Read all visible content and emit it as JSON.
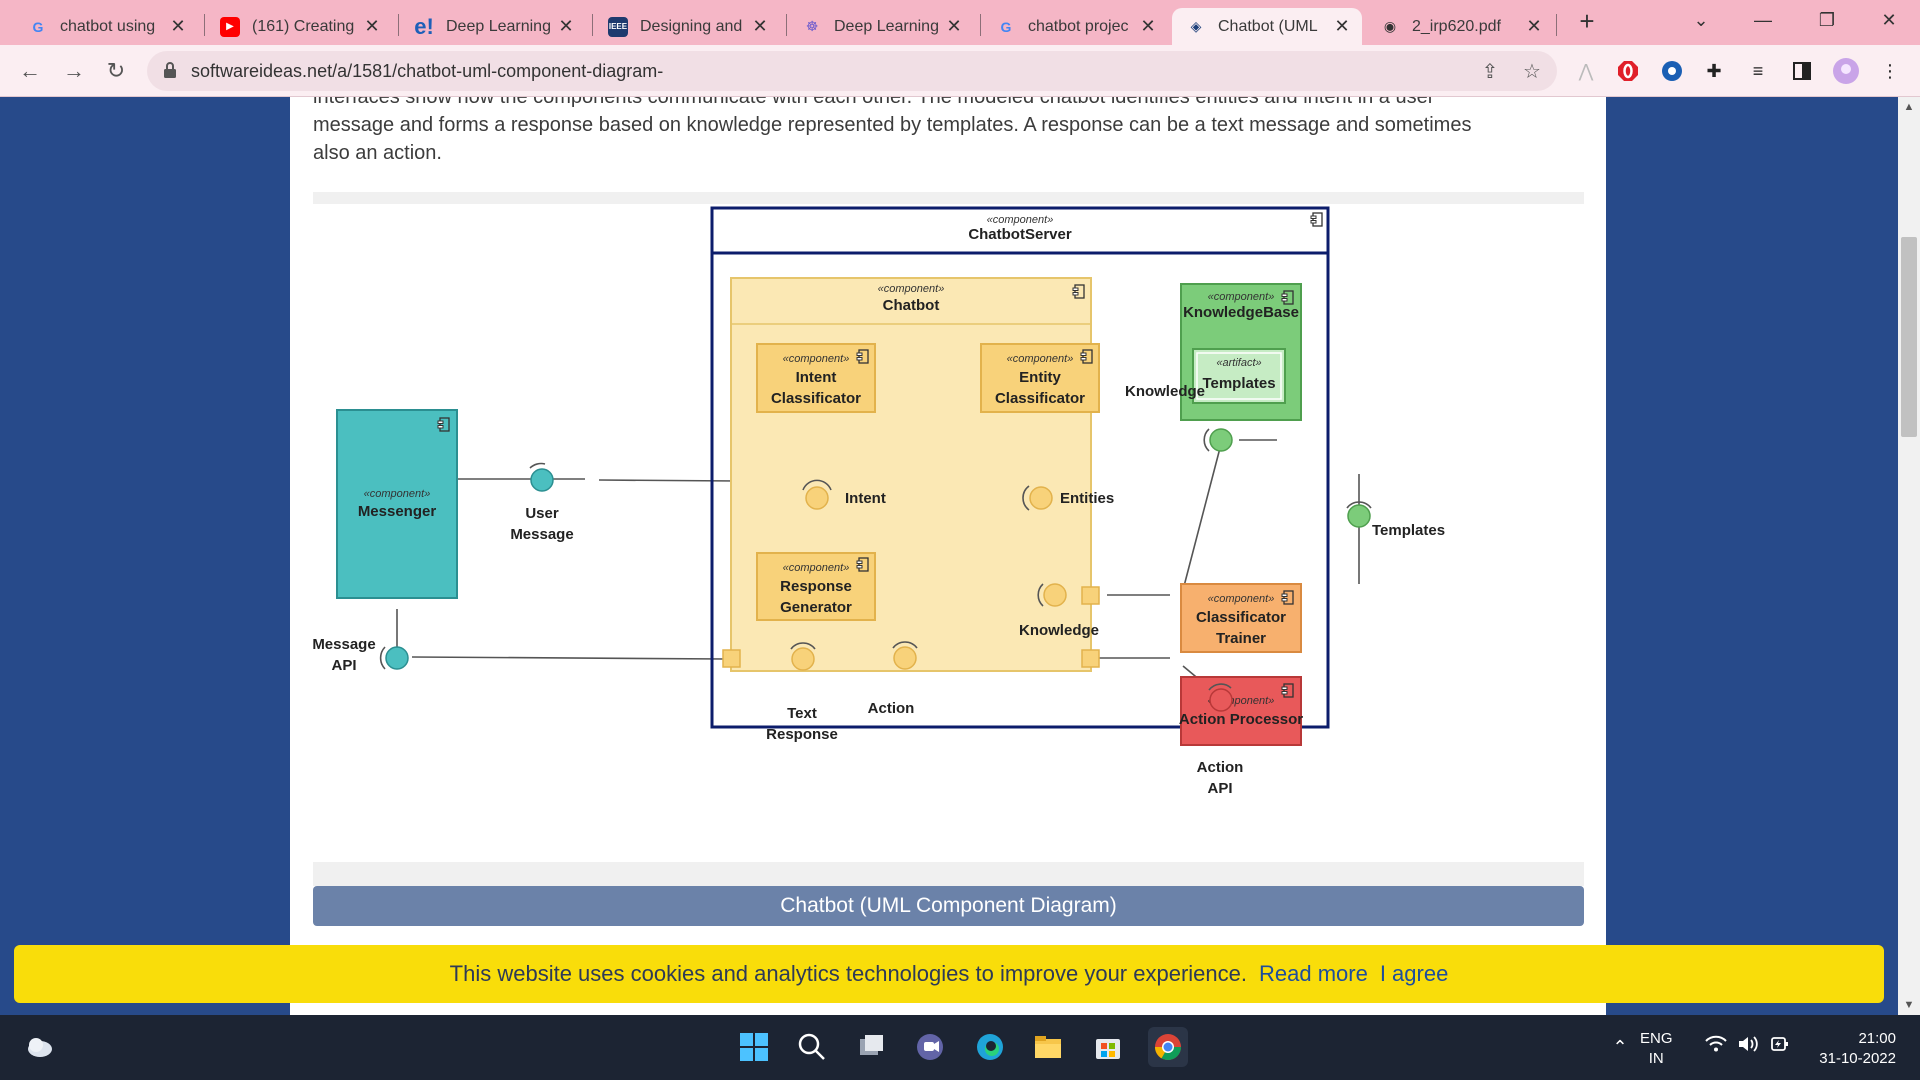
{
  "browser": {
    "tabs": [
      {
        "label": "chatbot using",
        "icon": "google-icon"
      },
      {
        "label": "(161) Creating",
        "icon": "youtube-icon"
      },
      {
        "label": "Deep Learning",
        "icon": "e-icon"
      },
      {
        "label": "Designing and",
        "icon": "ieee-icon"
      },
      {
        "label": "Deep Learning",
        "icon": "brain-icon"
      },
      {
        "label": "chatbot projec",
        "icon": "google-icon"
      },
      {
        "label": "Chatbot (UML",
        "icon": "softwareideas-icon"
      },
      {
        "label": "2_irp620.pdf",
        "icon": "globe-icon"
      }
    ],
    "url": "softwareideas.net/a/1581/chatbot-uml-component-diagram-"
  },
  "article": {
    "intro_line1": "interfaces show how the components communicate with each other. The modeled chatbot identifies entities and intent in a user",
    "intro_line2": "message and forms a response based on knowledge represented by templates. A response can be a text message and sometimes",
    "intro_line3": "also an action.",
    "caption": "Chatbot (UML Component Diagram)"
  },
  "diagram": {
    "stereo_component": "«component»",
    "stereo_artifact": "«artifact»",
    "chatbot_server": "ChatbotServer",
    "chatbot": "Chatbot",
    "messenger": "Messenger",
    "intent_classificator_1": "Intent",
    "intent_classificator_2": "Classificator",
    "entity_classificator_1": "Entity",
    "entity_classificator_2": "Classificator",
    "response_generator_1": "Response",
    "response_generator_2": "Generator",
    "knowledge_base": "KnowledgeBase",
    "templates_artifact": "Templates",
    "classificator_trainer_1": "Classificator",
    "classificator_trainer_2": "Trainer",
    "action_processor": "Action Processor",
    "lbl_user_message_1": "User",
    "lbl_user_message_2": "Message",
    "lbl_message_api_1": "Message",
    "lbl_message_api_2": "API",
    "lbl_intent": "Intent",
    "lbl_entities": "Entities",
    "lbl_knowledge_inner": "Knowledge",
    "lbl_knowledge_outer": "Knowledge",
    "lbl_templates": "Templates",
    "lbl_text_response_1": "Text",
    "lbl_text_response_2": "Response",
    "lbl_action": "Action",
    "lbl_action_api_1": "Action",
    "lbl_action_api_2": "API",
    "colors": {
      "messenger": "#4bbfc0",
      "chatbot": "#fbe8b4",
      "subcomponent": "#f8d27a",
      "knowledge_base": "#7ccc7a",
      "trainer": "#f7b06e",
      "action_processor": "#e8595a",
      "server_border": "#0c1d6b"
    }
  },
  "cookie_banner": {
    "text": "This website uses cookies and analytics technologies to improve your experience.",
    "read_more": "Read more",
    "agree": "I agree"
  },
  "taskbar": {
    "lang_1": "ENG",
    "lang_2": "IN",
    "time": "21:00",
    "date": "31-10-2022"
  }
}
